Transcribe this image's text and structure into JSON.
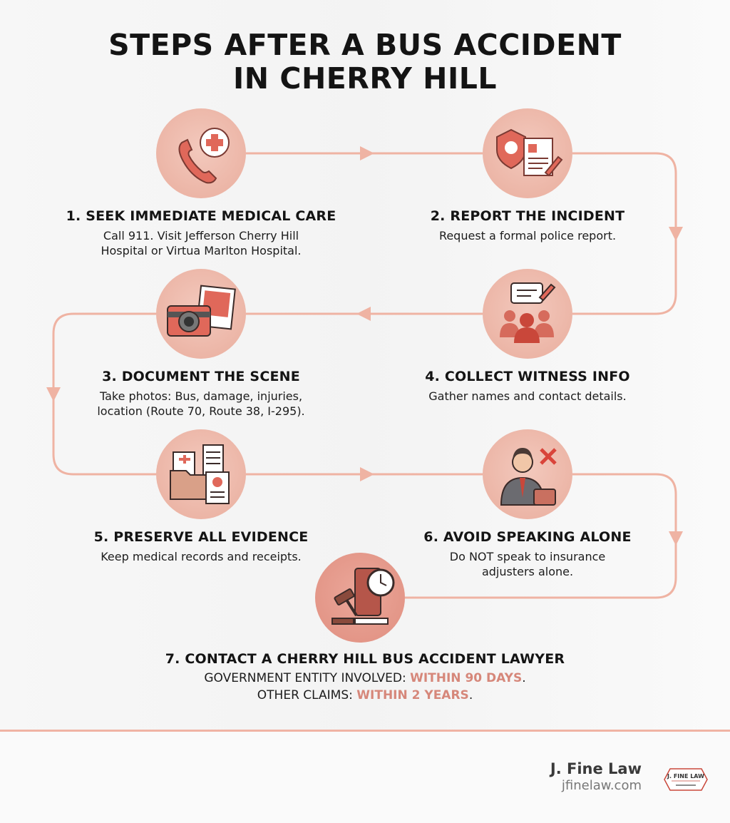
{
  "title_lines": [
    "STEPS AFTER A BUS ACCIDENT",
    "IN CHERRY HILL"
  ],
  "colors": {
    "accent": "#d6877a",
    "connector": "#efb3a3",
    "circle": "#e9ad9d"
  },
  "steps": [
    {
      "title": "1. SEEK IMMEDIATE MEDICAL CARE",
      "lines": [
        "Call 911. Visit Jefferson Cherry Hill",
        "Hospital or Virtua Marlton Hospital."
      ],
      "icon": "phone-medical-cross-icon"
    },
    {
      "title": "2. REPORT THE INCIDENT",
      "lines": [
        "Request a formal police report."
      ],
      "icon": "police-badge-report-icon"
    },
    {
      "title": "3. DOCUMENT THE SCENE",
      "lines": [
        "Take photos: Bus, damage, injuries,",
        "location (Route 70, Route 38, I-295)."
      ],
      "icon": "camera-photo-icon"
    },
    {
      "title": "4. COLLECT WITNESS INFO",
      "lines": [
        "Gather names and contact details."
      ],
      "icon": "witnesses-speech-icon"
    },
    {
      "title": "5. PRESERVE ALL EVIDENCE",
      "lines": [
        "Keep medical records and receipts."
      ],
      "icon": "documents-folder-icon"
    },
    {
      "title": "6. AVOID SPEAKING ALONE",
      "lines": [
        "Do NOT speak to insurance",
        "adjusters alone."
      ],
      "icon": "adjuster-x-icon"
    },
    {
      "title": "7. CONTACT A CHERRY HILL BUS ACCIDENT LAWYER",
      "icon": "gavel-clock-book-icon",
      "line1_prefix": "GOVERNMENT ENTITY INVOLVED: ",
      "line1_accent": "WITHIN 90 DAYS",
      "line1_suffix": ".",
      "line2_prefix": "OTHER CLAIMS: ",
      "line2_accent": "WITHIN 2 YEARS",
      "line2_suffix": "."
    }
  ],
  "footer": {
    "brand": "J. Fine Law",
    "url": "jfinelaw.com",
    "logo_text": "J. FINE LAW"
  }
}
